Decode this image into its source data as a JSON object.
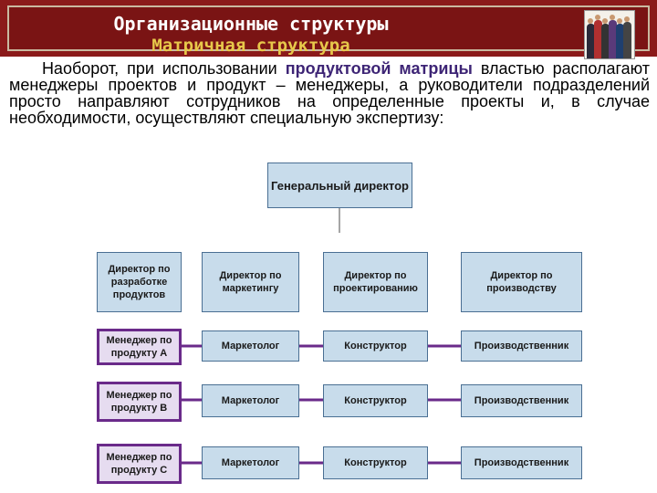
{
  "header": {
    "title": "Организационные структуры",
    "subtitle": "Матричная структура"
  },
  "intro": {
    "before": "Наоборот, при использовании ",
    "highlight": "продуктовой матрицы",
    "after": " властью располагают менеджеры проектов и продукт – менеджеры, а руководители подразделений просто направляют сотрудников на определенные проекты и, в случае необходимости, осуществляют специальную экспертизу:"
  },
  "chart": {
    "top": "Генеральный директор",
    "directors": [
      "Директор по разработке продуктов",
      "Директор по маркетингу",
      "Директор по проектированию",
      "Директор по производству"
    ],
    "rows": [
      {
        "manager": "Менеджер по продукту А",
        "cells": [
          "Маркетолог",
          "Конструктор",
          "Производственник"
        ]
      },
      {
        "manager": "Менеджер по продукту В",
        "cells": [
          "Маркетолог",
          "Конструктор",
          "Производственник"
        ]
      },
      {
        "manager": "Менеджер по продукту С",
        "cells": [
          "Маркетолог",
          "Конструктор",
          "Производственник"
        ]
      }
    ]
  },
  "colors": {
    "header_bg": "#8b1a1a",
    "title": "#ffffff",
    "subtitle": "#e7c84a",
    "highlight": "#3d2475",
    "box_blue": "#c8dceb",
    "box_purple_border": "#6a2a8a",
    "connector": "#6a2a8a"
  }
}
